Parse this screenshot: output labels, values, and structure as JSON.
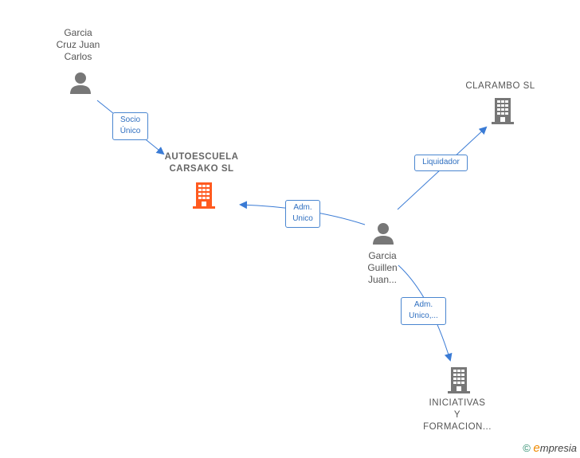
{
  "nodes": {
    "garcia_cruz": {
      "lines": [
        "Garcia",
        "Cruz Juan",
        "Carlos"
      ],
      "icon": "person-icon"
    },
    "autoescuela": {
      "lines": [
        "AUTOESCUELA",
        "CARSAKO  SL"
      ],
      "icon": "building-icon",
      "color": "#ff5a1f"
    },
    "clarambo": {
      "lines": [
        "CLARAMBO SL"
      ],
      "icon": "building-icon"
    },
    "garcia_guillen": {
      "lines": [
        "Garcia",
        "Guillen",
        "Juan..."
      ],
      "icon": "person-icon"
    },
    "iniciativas": {
      "lines": [
        "INICIATIVAS",
        "Y",
        "FORMACION..."
      ],
      "icon": "building-icon"
    }
  },
  "edges": {
    "socio": {
      "lines": [
        "Socio",
        "Único"
      ]
    },
    "adm_unico": {
      "lines": [
        "Adm.",
        "Unico"
      ]
    },
    "liquidador": {
      "lines": [
        "Liquidador"
      ]
    },
    "adm_unico2": {
      "lines": [
        "Adm.",
        "Unico,..."
      ]
    }
  },
  "colors": {
    "edge": "#3a7bd5",
    "icon_gray": "#777777",
    "focus": "#ff5a1f"
  },
  "footer": {
    "copyright": "©",
    "brand_initial": "e",
    "brand_rest": "mpresia"
  }
}
